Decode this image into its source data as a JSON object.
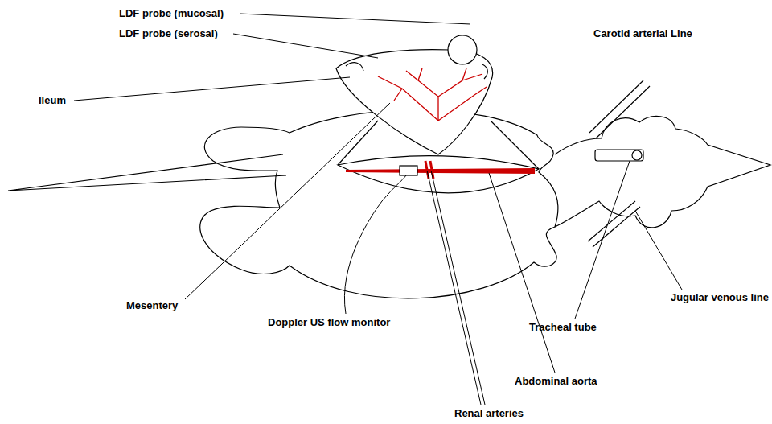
{
  "diagram": {
    "labels": [
      "LDF probe (mucosal)",
      "LDF probe (serosal)",
      "Ileum",
      "Mesentery",
      "Doppler US flow monitor",
      "Renal arteries",
      "Abdominal aorta",
      "Tracheal tube",
      "Jugular venous line",
      "Carotid arterial Line"
    ]
  }
}
